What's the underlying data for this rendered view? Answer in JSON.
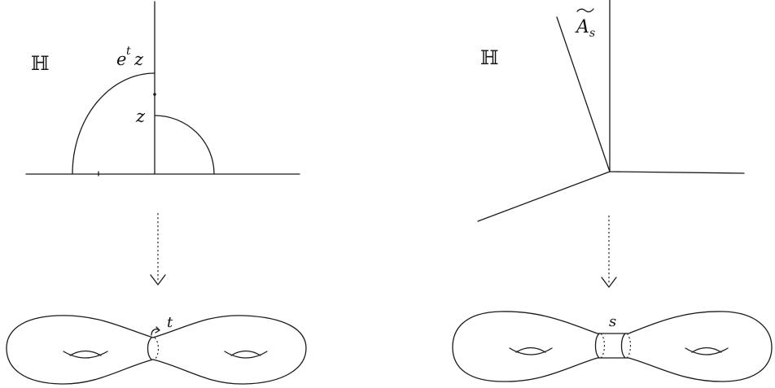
{
  "left_panel": {
    "space_label": "ℍ",
    "outer_point": {
      "base": "e",
      "superscript": "t",
      "tail": "z"
    },
    "inner_point": "z",
    "surface_label": "t"
  },
  "right_panel": {
    "space_label": "ℍ",
    "axis_label": {
      "base": "A",
      "subscript": "s"
    },
    "surface_label": "s"
  }
}
